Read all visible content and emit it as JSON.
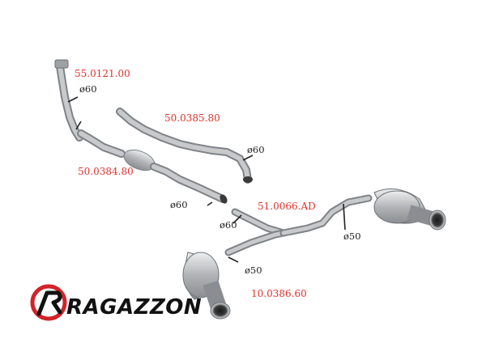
{
  "colors": {
    "part_number": "#e0312b",
    "brand_red": "#d2232a",
    "brand_text": "#111111",
    "pipe": "#a8aaad"
  },
  "part_numbers": {
    "downpipe": "55.0121.00",
    "right_pipe": "50.0385.80",
    "left_pipe": "50.0384.80",
    "y_pipe": "51.0066.AD",
    "muffler": "10.0386.60"
  },
  "diameters": {
    "downpipe": "ø60",
    "right_pipe_end": "ø60",
    "left_pipe_end": "ø60",
    "y_pipe_inlet": "ø60",
    "y_pipe_outlet": "ø50",
    "muffler_inlet": "ø50"
  },
  "brand": {
    "name": "RAGAZZON",
    "display": "RAGAZZON",
    "icon": "ragazzon-r-icon"
  }
}
